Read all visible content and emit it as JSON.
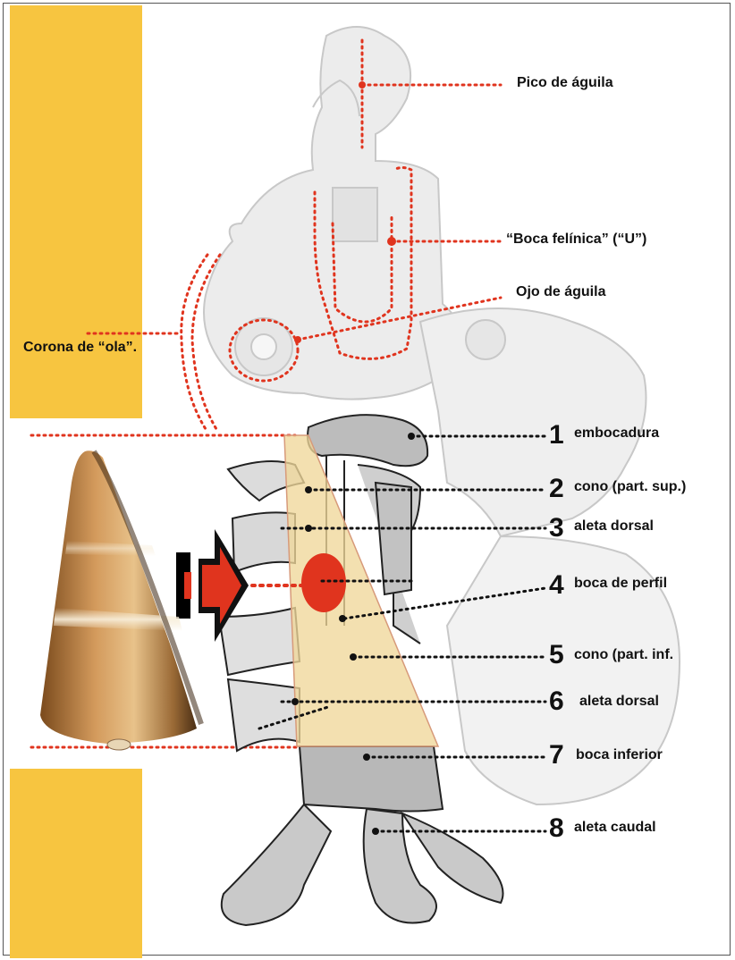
{
  "colors": {
    "accent_bar": "#f7c540",
    "guide_red": "#e0341e",
    "leader_black": "#111111",
    "cone_fill": "#efd79a",
    "glyph_gray": "#bdbdbd",
    "glyph_light": "#e4e4e4"
  },
  "top_labels": {
    "pico": "Pico de águila",
    "boca_felinica": "“Boca felínica” (“U”)",
    "ojo": "Ojo de águila",
    "corona": "Corona de “ola”."
  },
  "parts": [
    {
      "number": "1",
      "label": "embocadura"
    },
    {
      "number": "2",
      "label": "cono (part. sup.)"
    },
    {
      "number": "3",
      "label": "aleta dorsal"
    },
    {
      "number": "4",
      "label": "boca  de perfil"
    },
    {
      "number": "5",
      "label": "cono (part. inf."
    },
    {
      "number": "6",
      "label": "aleta dorsal"
    },
    {
      "number": "7",
      "label": "boca inferior"
    },
    {
      "number": "8",
      "label": "aleta  caudal"
    }
  ],
  "icons": [
    "cone-shell-photo",
    "arrow-right-icon",
    "glyph-drawing"
  ]
}
